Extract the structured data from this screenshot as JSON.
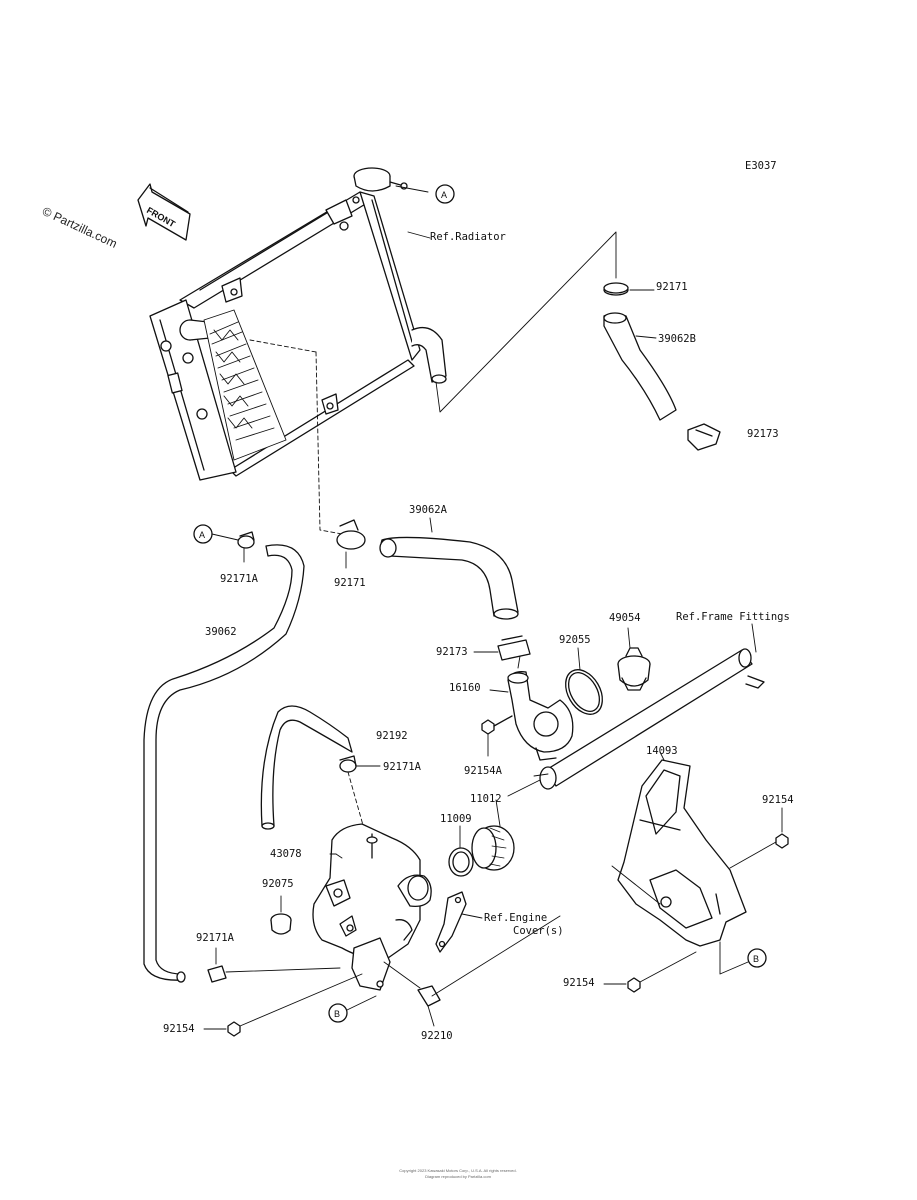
{
  "diagram_code": "E3037",
  "watermark": "© Partzilla.com",
  "front_arrow_label": "FRONT",
  "callouts": {
    "a": "A",
    "b": "B"
  },
  "labels": {
    "ref_radiator": "Ref.Radiator",
    "p92171_top": "92171",
    "p39062b": "39062B",
    "p92173_right": "92173",
    "p39062a": "39062A",
    "p92171_mid": "92171",
    "p92171a_top": "92171A",
    "p39062": "39062",
    "p49054": "49054",
    "ref_frame_fittings": "Ref.Frame Fittings",
    "p92055": "92055",
    "p92173_mid": "92173",
    "p16160": "16160",
    "p92192": "92192",
    "p92171a_mid": "92171A",
    "p92154a": "92154A",
    "p14093": "14093",
    "p11012": "11012",
    "p11009": "11009",
    "p92154_right": "92154",
    "p43078": "43078",
    "p92075": "92075",
    "ref_engine_cover_1": "Ref.Engine",
    "ref_engine_cover_2": "Cover(s)",
    "p92171a_low": "92171A",
    "p92154_low": "92154",
    "p92154_left": "92154",
    "p92210": "92210"
  },
  "footer": {
    "line1": "Copyright 2023 Kawasaki Motors Corp., U.S.A. All rights reserved.",
    "line2": "Diagram reproduced by Partzilla.com"
  }
}
